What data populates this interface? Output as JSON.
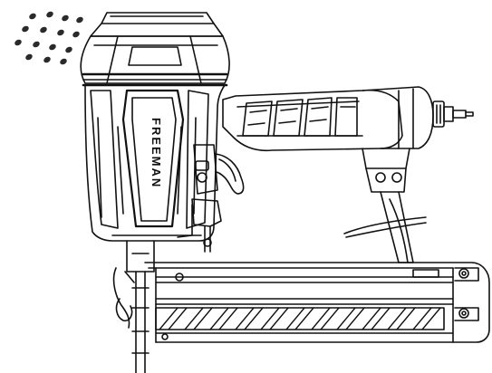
{
  "image": {
    "subject": "nail-gun-line-drawing",
    "style": "black-and-white technical illustration"
  },
  "brand": {
    "logo_text": "FREEMAN"
  },
  "colors": {
    "ink": "#111111",
    "paper": "#ffffff",
    "dots": "#2a2a2a"
  }
}
